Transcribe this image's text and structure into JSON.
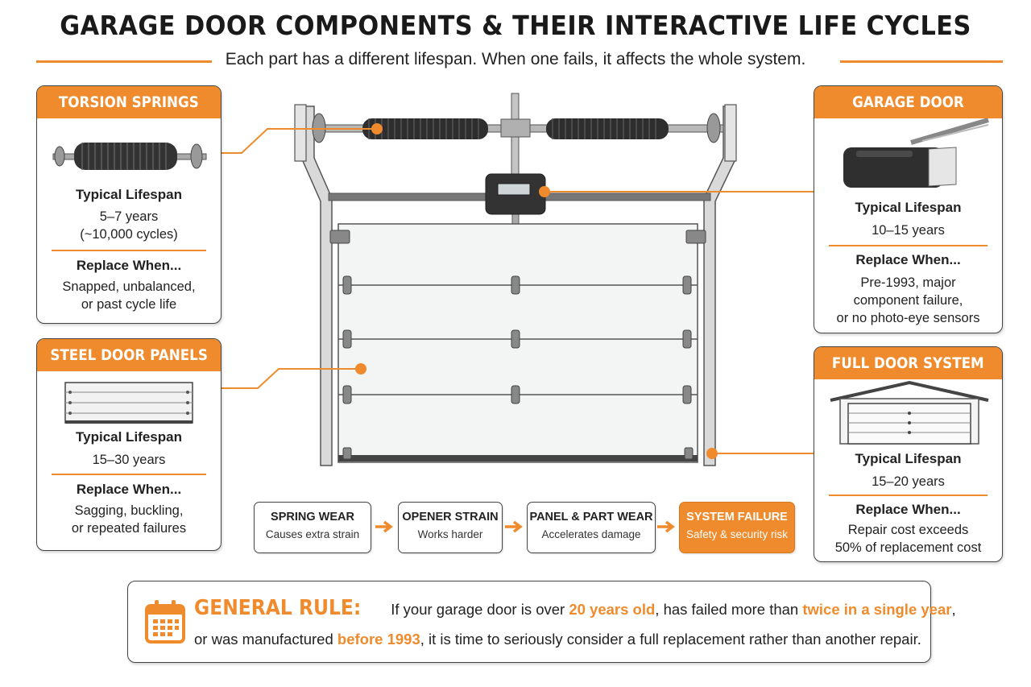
{
  "title": "GARAGE DOOR COMPONENTS & THEIR INTERACTIVE LIFE CYCLES",
  "subtitle": "Each part has a different lifespan. When one fails, it affects the whole system.",
  "colors": {
    "accent": "#ef8b2c",
    "dark": "#333333",
    "border": "#444444"
  },
  "cards": {
    "torsion": {
      "title": "TORSION SPRINGS",
      "icon": "torsion-spring-icon",
      "lifespan_label": "Typical Lifespan",
      "lifespan_lines": [
        "5–7 years",
        "(~10,000 cycles)"
      ],
      "replace_label": "Replace When...",
      "replace_lines": [
        "Snapped, unbalanced,",
        "or past cycle life"
      ]
    },
    "panels": {
      "title": "STEEL DOOR PANELS",
      "icon": "door-panel-icon",
      "lifespan_label": "Typical Lifespan",
      "lifespan_lines": [
        "15–30 years"
      ],
      "replace_label": "Replace When...",
      "replace_lines": [
        "Sagging, buckling,",
        "or repeated failures"
      ]
    },
    "opener": {
      "title": "GARAGE DOOR OPENER",
      "icon": "door-opener-icon",
      "lifespan_label": "Typical Lifespan",
      "lifespan_lines": [
        "10–15 years"
      ],
      "replace_label": "Replace When...",
      "replace_lines": [
        "Pre-1993, major",
        "component failure,",
        "or no photo-eye sensors"
      ]
    },
    "system": {
      "title": "FULL DOOR SYSTEM",
      "icon": "garage-house-icon",
      "lifespan_label": "Typical Lifespan",
      "lifespan_lines": [
        "15–20 years"
      ],
      "replace_label": "Replace When...",
      "replace_lines": [
        "Repair cost exceeds",
        "50% of replacement cost"
      ]
    }
  },
  "flow": [
    {
      "title": "SPRING WEAR",
      "sub": "Causes extra strain"
    },
    {
      "title": "OPENER STRAIN",
      "sub": "Works harder"
    },
    {
      "title": "PANEL & PART WEAR",
      "sub": "Accelerates damage"
    },
    {
      "title": "SYSTEM FAILURE",
      "sub": "Safety & security risk"
    }
  ],
  "rule": {
    "label": "GENERAL RULE:",
    "icon": "calendar-icon",
    "line1_a": "If your garage door is over ",
    "line1_b": "20 years old",
    "line1_c": ", has failed more than ",
    "line1_d": "twice in a single year",
    "line1_e": ",",
    "line2_a": "or was manufactured ",
    "line2_b": "before 1993",
    "line2_c": ", it is time to seriously consider a full replacement rather than another repair."
  }
}
